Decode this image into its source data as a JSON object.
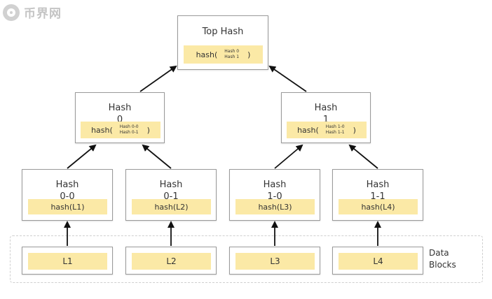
{
  "watermark": {
    "text": "币界网"
  },
  "top": {
    "title": "Top Hash",
    "fn": "hash(",
    "args": [
      "Hash 0",
      "Hash 1"
    ],
    "close": ")"
  },
  "level1": [
    {
      "title": "Hash",
      "sub": "0",
      "fn": "hash(",
      "args": [
        "Hash 0-0",
        "Hash 0-1"
      ],
      "close": ")"
    },
    {
      "title": "Hash",
      "sub": "1",
      "fn": "hash(",
      "args": [
        "Hash 1-0",
        "Hash 1-1"
      ],
      "close": ")"
    }
  ],
  "level2": [
    {
      "title": "Hash",
      "sub": "0-0",
      "fn": "hash(L1)"
    },
    {
      "title": "Hash",
      "sub": "0-1",
      "fn": "hash(L2)"
    },
    {
      "title": "Hash",
      "sub": "1-0",
      "fn": "hash(L3)"
    },
    {
      "title": "Hash",
      "sub": "1-1",
      "fn": "hash(L4)"
    }
  ],
  "leaves": [
    "L1",
    "L2",
    "L3",
    "L4"
  ],
  "data_blocks_label": [
    "Data",
    "Blocks"
  ],
  "colors": {
    "hash_fill": "#fbe9a6",
    "border": "#9a9a9a",
    "arrow": "#111111",
    "dashed": "#cfcfcf"
  }
}
